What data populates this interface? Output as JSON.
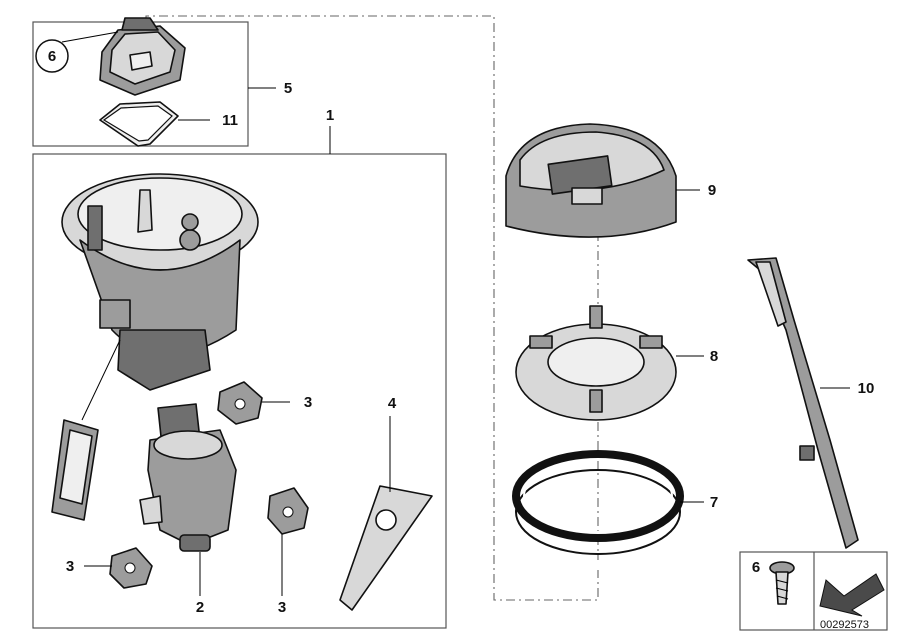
{
  "callouts": {
    "c1": "1",
    "c2": "2",
    "c3a": "3",
    "c3b": "3",
    "c3c": "3",
    "c4": "4",
    "c5": "5",
    "c6": "6",
    "c6b": "6",
    "c7": "7",
    "c8": "8",
    "c9": "9",
    "c10": "10",
    "c11": "11"
  },
  "document_number": "00292573",
  "colors": {
    "line": "#000000",
    "box": "#555555",
    "part_light": "#d8d8d8",
    "part_mid": "#9c9c9c",
    "part_dark": "#4a4a4a"
  }
}
